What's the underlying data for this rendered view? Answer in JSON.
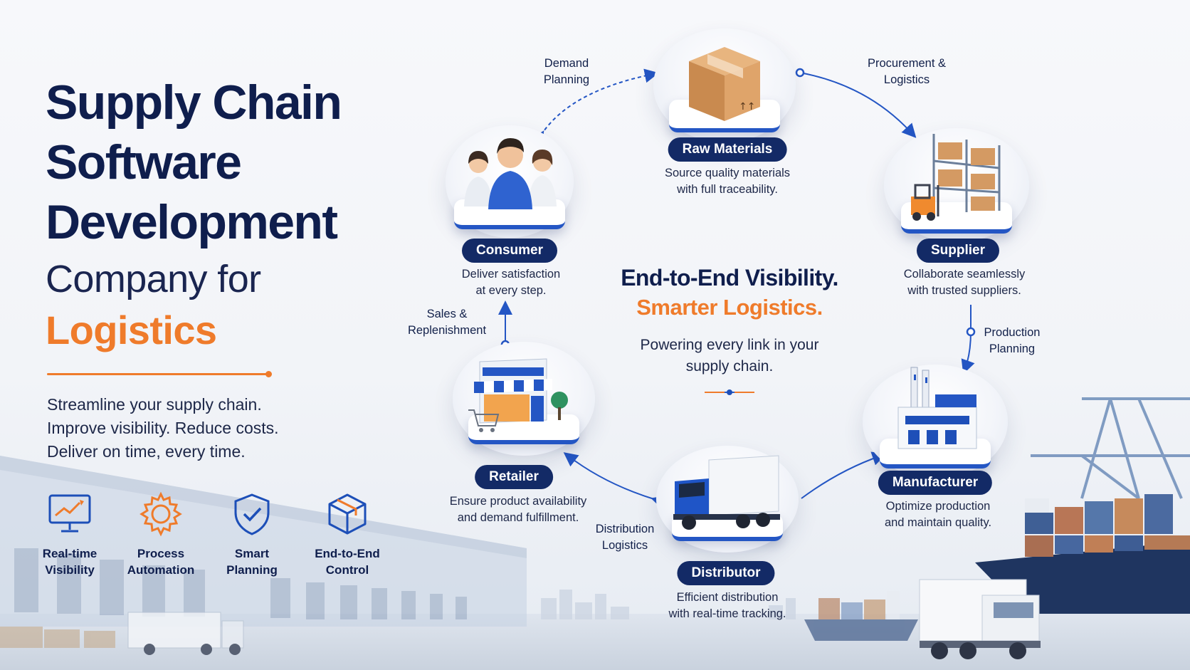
{
  "left": {
    "title_lines": [
      "Supply Chain",
      "Software",
      "Development"
    ],
    "title_light": "Company for",
    "title_accent": "Logistics",
    "tagline": [
      "Streamline your supply chain.",
      "Improve visibility. Reduce costs.",
      "Deliver on time, every time."
    ],
    "features": [
      {
        "label_lines": [
          "Real-time",
          "Visibility"
        ],
        "icon": "monitor-chart-icon"
      },
      {
        "label_lines": [
          "Process",
          "Automation"
        ],
        "icon": "gear-icon"
      },
      {
        "label_lines": [
          "Smart",
          "Planning"
        ],
        "icon": "shield-check-icon"
      },
      {
        "label_lines": [
          "End-to-End",
          "Control"
        ],
        "icon": "cube-icon"
      }
    ]
  },
  "center": {
    "heading": "End-to-End Visibility.",
    "subheading": "Smarter Logistics.",
    "text_lines": [
      "Powering every link in your",
      "supply chain."
    ]
  },
  "nodes": [
    {
      "id": "raw-materials",
      "label": "Raw Materials",
      "desc": [
        "Source quality materials",
        "with full traceability."
      ],
      "icon": "box-icon"
    },
    {
      "id": "supplier",
      "label": "Supplier",
      "desc": [
        "Collaborate seamlessly",
        "with trusted suppliers."
      ],
      "icon": "warehouse-forklift-icon"
    },
    {
      "id": "manufacturer",
      "label": "Manufacturer",
      "desc": [
        "Optimize production",
        "and maintain quality."
      ],
      "icon": "factory-icon"
    },
    {
      "id": "distributor",
      "label": "Distributor",
      "desc": [
        "Efficient distribution",
        "with real-time tracking."
      ],
      "icon": "truck-icon"
    },
    {
      "id": "retailer",
      "label": "Retailer",
      "desc": [
        "Ensure product availability",
        "and demand fulfillment."
      ],
      "icon": "store-icon"
    },
    {
      "id": "consumer",
      "label": "Consumer",
      "desc": [
        "Deliver satisfaction",
        "at every step."
      ],
      "icon": "people-icon"
    }
  ],
  "flows": [
    {
      "id": "demand-planning",
      "lines": [
        "Demand",
        "Planning"
      ]
    },
    {
      "id": "procurement-logistics",
      "lines": [
        "Procurement &",
        "Logistics"
      ]
    },
    {
      "id": "production-planning",
      "lines": [
        "Production",
        "Planning"
      ]
    },
    {
      "id": "distribution-logistics",
      "lines": [
        "Distribution",
        "Logistics"
      ]
    },
    {
      "id": "sales-replenishment",
      "lines": [
        "Sales &",
        "Replenishment"
      ]
    }
  ],
  "colors": {
    "navy": "#0f1e4d",
    "accent_orange": "#ef7b2b",
    "accent_blue": "#2456c4",
    "pill_bg": "#132a66"
  }
}
